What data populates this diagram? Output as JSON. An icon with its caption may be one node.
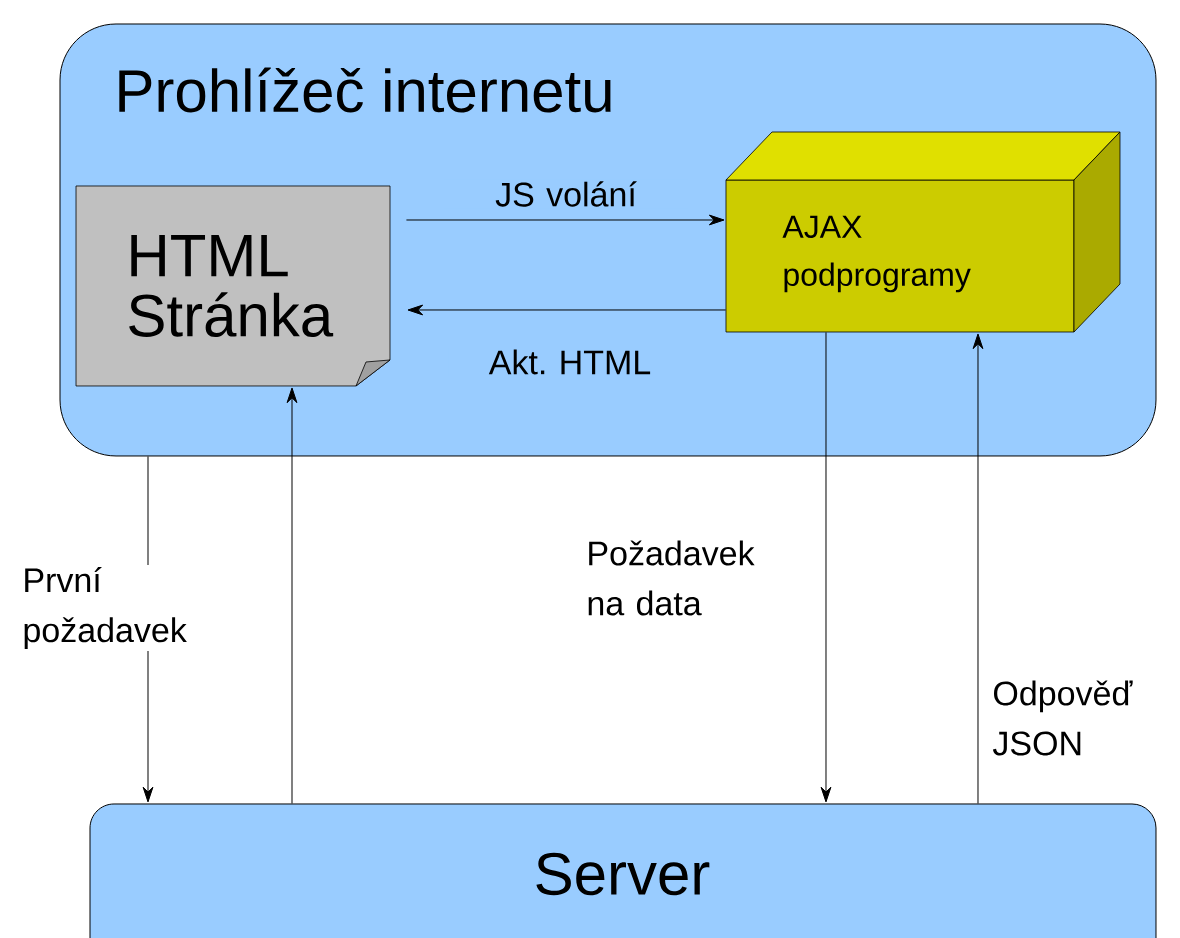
{
  "diagram": {
    "nodes": [
      {
        "text": [
          "Prohlížeč internetu"
        ]
      },
      {
        "text": [
          "HTML Stránka"
        ],
        "in": 0
      },
      {
        "text": [
          "AJAX podprogramy"
        ],
        "in": 0
      },
      {
        "text": [
          "Server"
        ]
      }
    ],
    "edges": [
      {
        "from": 1,
        "to": 2,
        "arrow": "to",
        "label": "JS volání"
      },
      {
        "from": 2,
        "to": 1,
        "arrow": "to",
        "label": "Akt. HTML"
      },
      {
        "from": 0,
        "to": 3,
        "arrow": "to",
        "label": "První požadavek"
      },
      {
        "from": 3,
        "to": 1,
        "arrow": "to"
      },
      {
        "from": 2,
        "to": 3,
        "arrow": "to",
        "label": "Požadavek na data"
      },
      {
        "from": 3,
        "to": 2,
        "arrow": "to",
        "label": "Odpověď JSON"
      }
    ]
  }
}
